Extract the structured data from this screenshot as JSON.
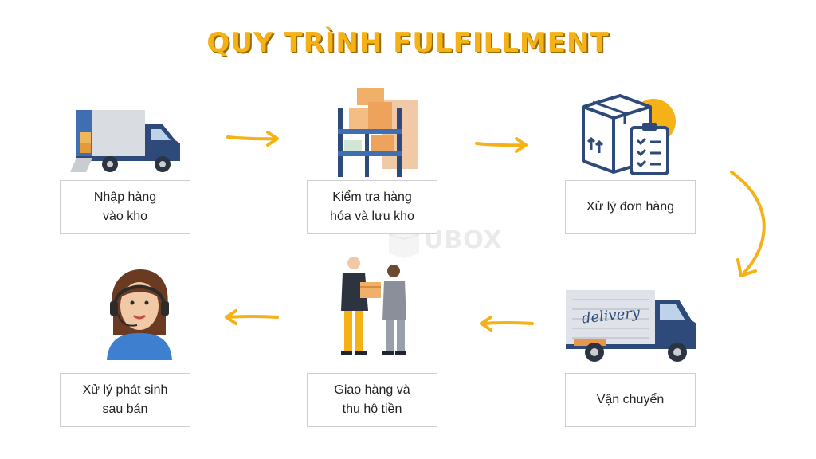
{
  "title": "QUY TRÌNH FULFILLMENT",
  "watermark": "UBOX",
  "steps": [
    {
      "line1": "Nhập hàng",
      "line2": "vào kho",
      "icon": "delivery-truck-icon"
    },
    {
      "line1": "Kiểm tra hàng",
      "line2": "hóa và lưu kho",
      "icon": "warehouse-shelf-icon"
    },
    {
      "line1": "Xử lý đơn hàng",
      "line2": "",
      "icon": "box-clipboard-icon"
    },
    {
      "line1": "Vận chuyển",
      "line2": "",
      "icon": "delivery-van-icon"
    },
    {
      "line1": "Giao hàng và",
      "line2": "thu hộ tiền",
      "icon": "handover-people-icon"
    },
    {
      "line1": "Xử lý phát sinh",
      "line2": "sau bán",
      "icon": "support-agent-icon"
    }
  ],
  "van_text": "delivery",
  "colors": {
    "accent": "#f5b216",
    "navy": "#2d4a7a",
    "box_border": "#cfcfcf"
  }
}
